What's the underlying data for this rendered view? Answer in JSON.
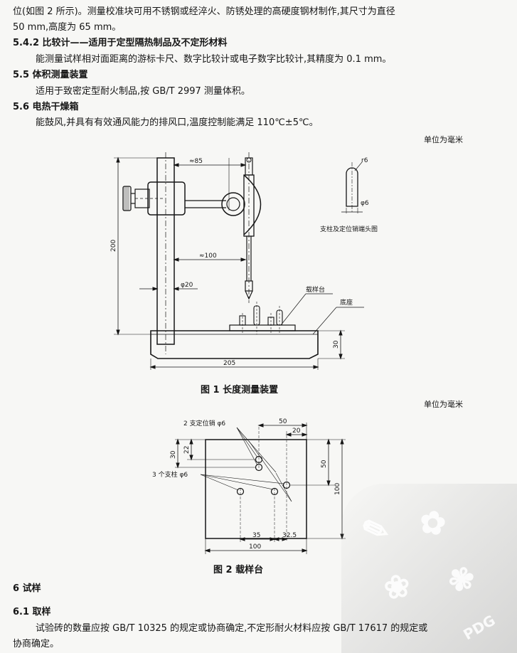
{
  "text": {
    "line_top_1": "位(如图 2 所示)。测量校准块可用不锈钢或经淬火、防锈处理的高硬度钢材制作,其尺寸为直径",
    "line_top_2": "50 mm,高度为 65 mm。",
    "s542_head": "5.4.2  比较计——适用于定型隔热制品及不定形材料",
    "s542_body": "能测量试样相对面距离的游标卡尺、数字比较计或电子数字比较计,其精度为 0.1 mm。",
    "s55_head": "5.5  体积测量装置",
    "s55_body": "适用于致密定型耐火制品,按 GB/T 2997 测量体积。",
    "s56_head": "5.6  电热干燥箱",
    "s56_body": "能鼓风,并具有有效通风能力的排风口,温度控制能满足 110℃±5℃。",
    "s6_head": "6  试样",
    "s61_head": "6.1  取样",
    "s61_body_1": "试验砖的数量应按 GB/T 10325 的规定或协商确定,不定形耐火材料应按 GB/T 17617 的规定或",
    "s61_body_2": "协商确定。"
  },
  "fig1": {
    "unit": "单位为毫米",
    "caption": "图 1  长度测量装置",
    "dim_85": "≈85",
    "dim_100": "≈100",
    "dim_phi20": "φ20",
    "dim_200": "200",
    "dim_205": "205",
    "dim_30": "30",
    "label_stage": "载样台",
    "label_base": "底座",
    "detail_r6": "r6",
    "detail_phi6": "φ6",
    "detail_caption": "支柱及定位销端头图"
  },
  "fig2": {
    "unit": "单位为毫米",
    "caption": "图 2  载样台",
    "label_pins": "2 支定位销 φ6",
    "label_posts": "3 个支柱 φ6",
    "dim_50_top": "50",
    "dim_20": "20",
    "dim_30": "30",
    "dim_22": "22",
    "dim_50_right": "50",
    "dim_100_right": "100",
    "dim_35": "35",
    "dim_32_5": "32.5",
    "dim_100_bottom": "100"
  },
  "watermark": {
    "badge": "PDG"
  }
}
